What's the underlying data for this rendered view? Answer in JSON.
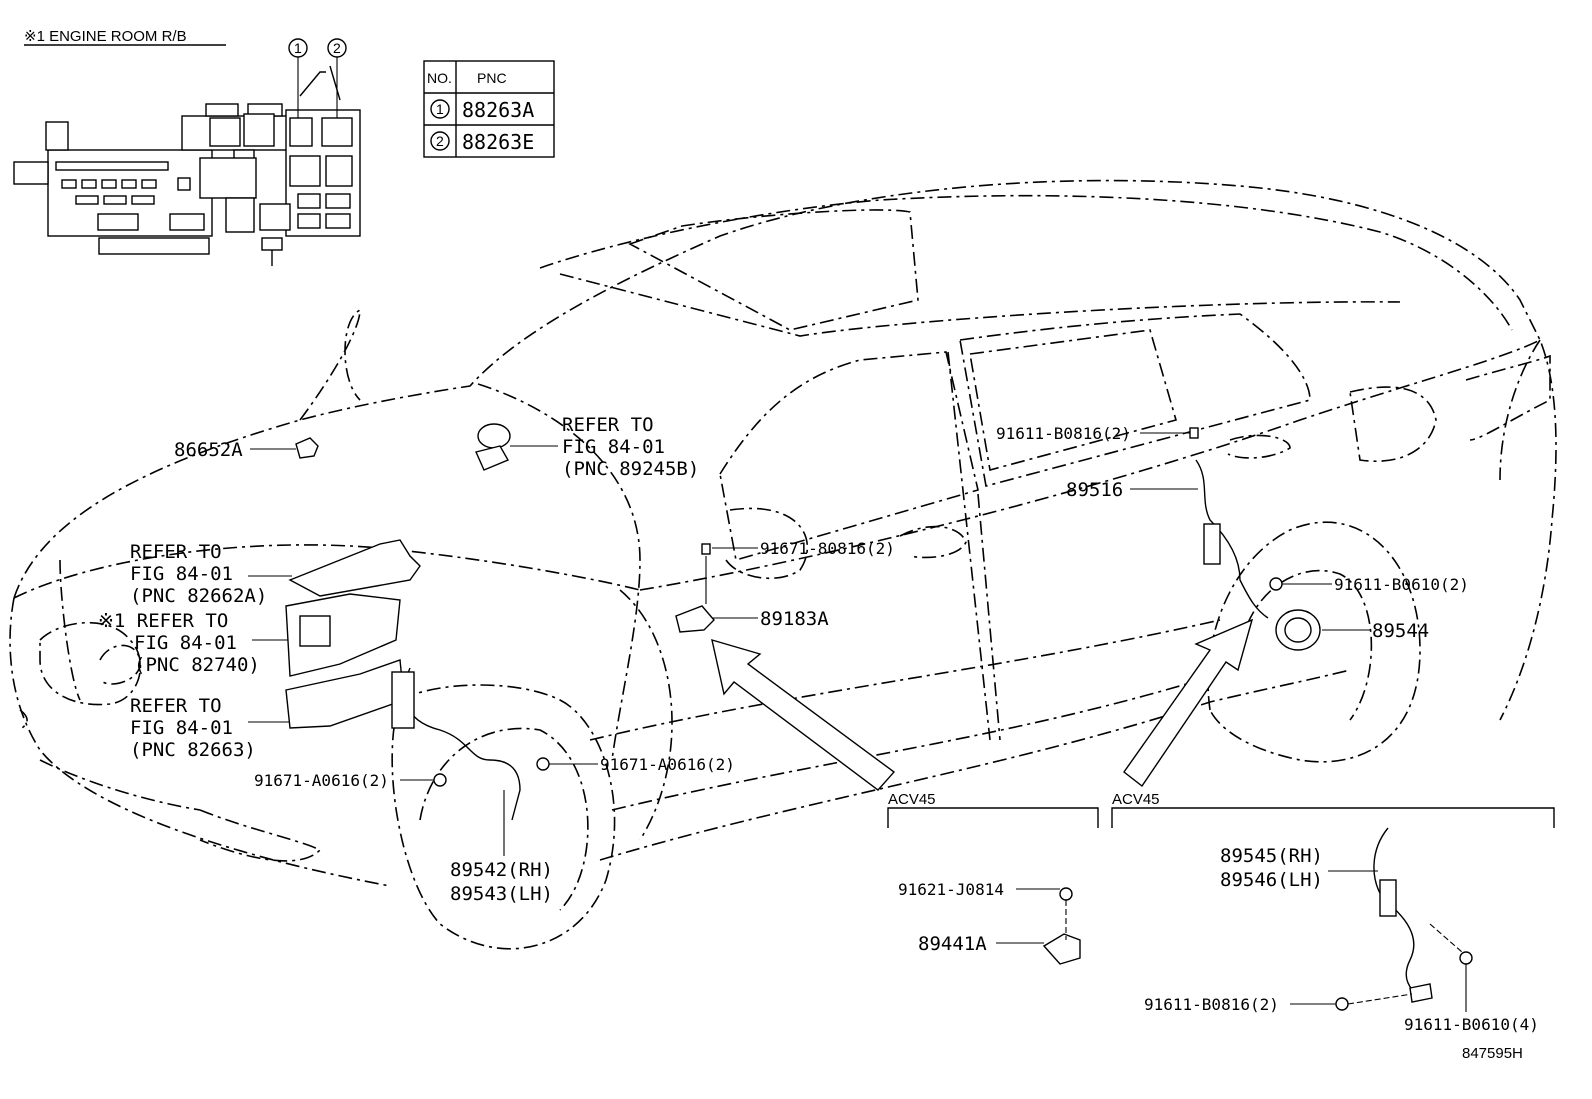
{
  "header": {
    "title": "※1 ENGINE ROOM R/B"
  },
  "pnc_table": {
    "col_no": "NO.",
    "col_pnc": "PNC",
    "rows": [
      {
        "no": "1",
        "pnc": "88263A"
      },
      {
        "no": "2",
        "pnc": "88263E"
      }
    ]
  },
  "inset_callouts": [
    "1",
    "2"
  ],
  "labels": {
    "l86652a": "86652A",
    "refer1": [
      "REFER TO",
      "FIG 84-01",
      "(PNC 89245B)"
    ],
    "refer2": [
      "REFER TO",
      "FIG 84-01",
      "(PNC 82662A)"
    ],
    "refer3": [
      "※1 REFER TO",
      "FIG 84-01",
      "(PNC 82740)"
    ],
    "refer4": [
      "REFER TO",
      "FIG 84-01",
      "(PNC 82663)"
    ],
    "b91671_a0616_left": "91671-A0616(2)",
    "b91671_a0616_right": "91671-A0616(2)",
    "p89542": "89542(RH)",
    "p89543": "89543(LH)",
    "b91671_80816": "91671-80816(2)",
    "p89183a": "89183A",
    "b91611_b0816_top": "91611-B0816(2)",
    "p89516": "89516",
    "b91611_b0610_2": "91611-B0610(2)",
    "p89544": "89544",
    "acv45_left": "ACV45",
    "acv45_right": "ACV45",
    "b91621_j0814": "91621-J0814",
    "p89441a": "89441A",
    "p89545": "89545(RH)",
    "p89546": "89546(LH)",
    "b91611_b0816_bottom": "91611-B0816(2)",
    "b91611_b0610_4": "91611-B0610(4)",
    "figure_code": "847595H"
  }
}
